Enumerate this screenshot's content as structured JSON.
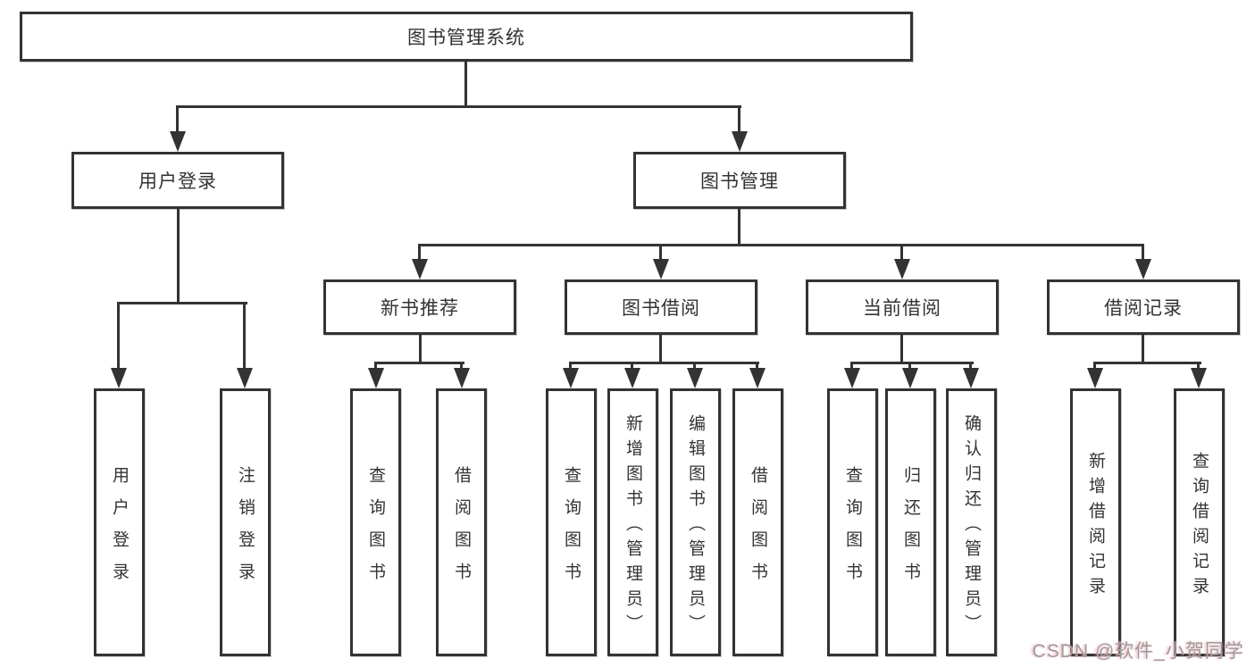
{
  "diagram_title": "图书管理系统",
  "tree": {
    "label": "图书管理系统",
    "children": [
      {
        "label": "用户登录",
        "children": [
          {
            "label": "用户登录"
          },
          {
            "label": "注销登录"
          }
        ]
      },
      {
        "label": "图书管理",
        "children": [
          {
            "label": "新书推荐",
            "children": [
              {
                "label": "查询图书"
              },
              {
                "label": "借阅图书"
              }
            ]
          },
          {
            "label": "图书借阅",
            "children": [
              {
                "label": "查询图书"
              },
              {
                "label": "新增图书（管理员）"
              },
              {
                "label": "编辑图书（管理员）"
              },
              {
                "label": "借阅图书"
              }
            ]
          },
          {
            "label": "当前借阅",
            "children": [
              {
                "label": "查询图书"
              },
              {
                "label": "归还图书"
              },
              {
                "label": "确认归还（管理员）"
              }
            ]
          },
          {
            "label": "借阅记录",
            "children": [
              {
                "label": "新增借阅记录"
              },
              {
                "label": "查询借阅记录"
              }
            ]
          }
        ]
      }
    ]
  },
  "watermark": {
    "text": "CSDN @软件_小贺同学"
  },
  "colors": {
    "line": "#333333",
    "box_border": "#333333",
    "text": "#333333",
    "background": "#ffffff",
    "watermark_gray": "#9b9b9b",
    "watermark_pink": "#f48fa0"
  }
}
